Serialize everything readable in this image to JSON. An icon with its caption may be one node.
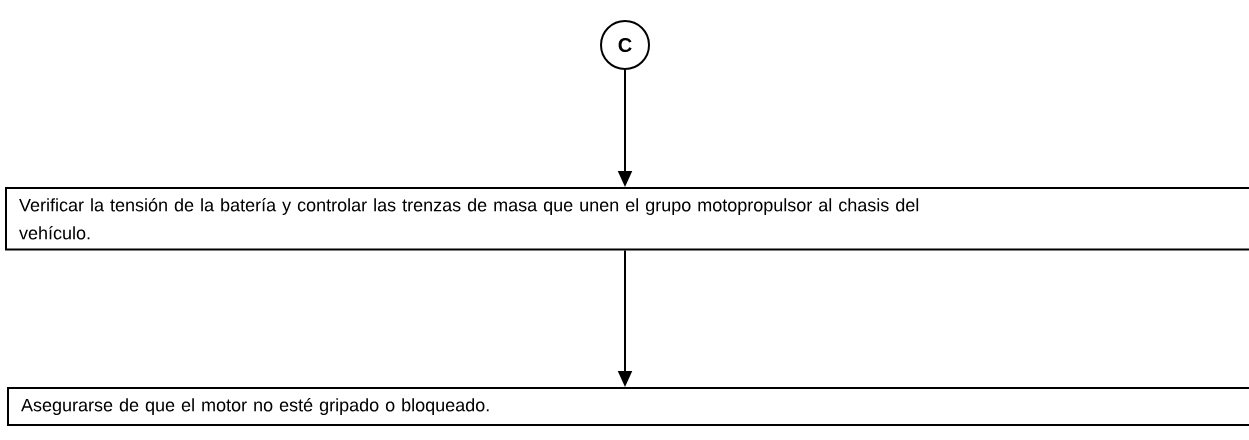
{
  "diagram": {
    "nodes": [
      {
        "text": [
          "C"
        ]
      },
      {
        "text": [
          "Verificar la tensión de la batería y controlar las trenzas de masa que unen el grupo motopropulsor al chasis del vehículo."
        ]
      },
      {
        "text": [
          "Asegurarse de que el motor no esté gripado o bloqueado."
        ]
      }
    ],
    "edges": [
      {
        "from": 0,
        "to": 1,
        "arrow": "to"
      },
      {
        "from": 1,
        "to": 2,
        "arrow": "to"
      }
    ]
  }
}
